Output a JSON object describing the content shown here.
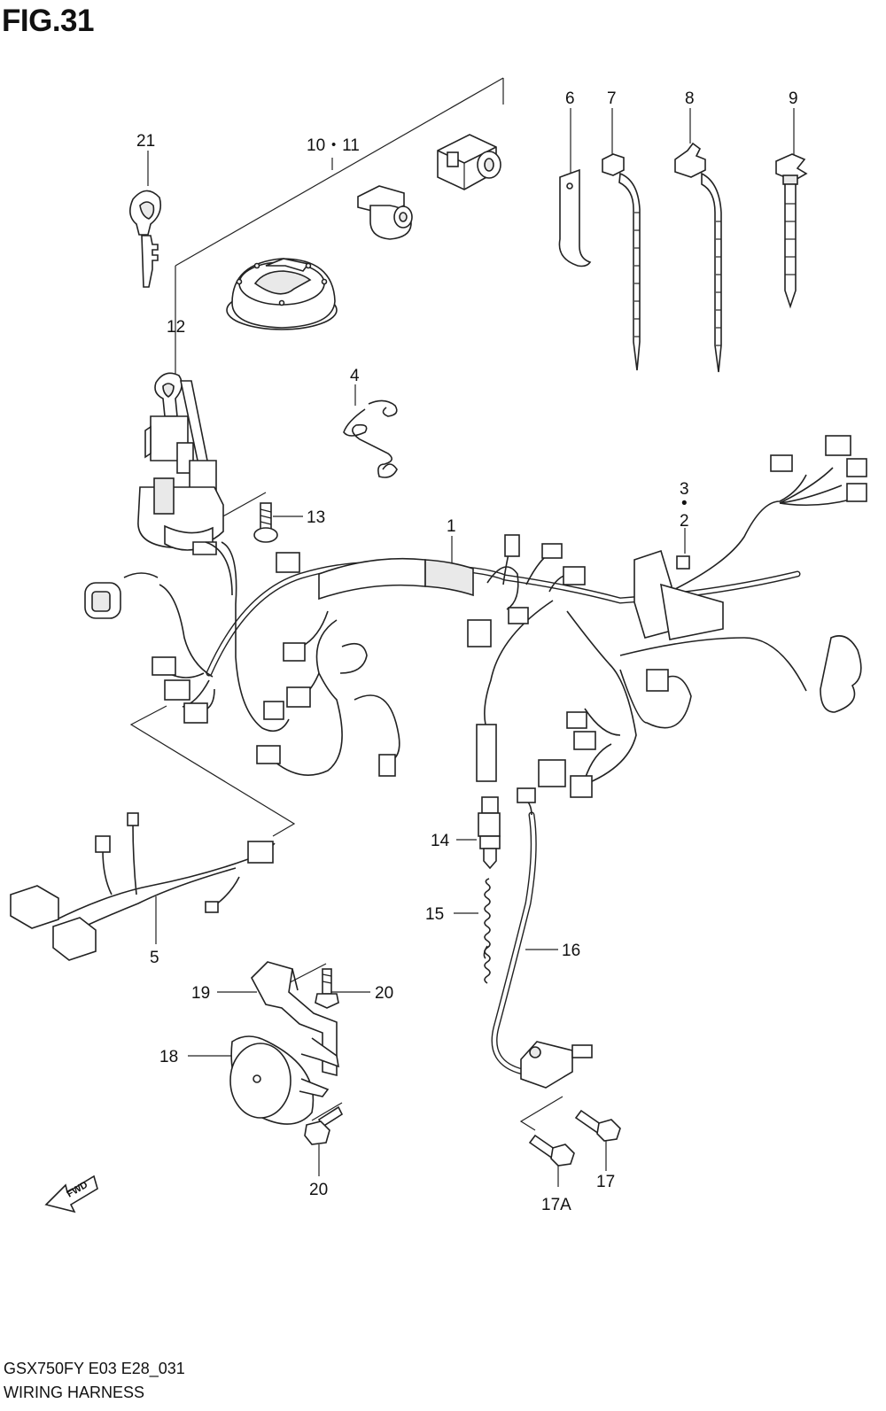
{
  "figure_title": "FIG.31",
  "model_code": "GSX750FY E03 E28_031",
  "section_name": "WIRING HARNESS",
  "fwd_label": "FWD",
  "callouts": [
    {
      "id": "1",
      "label": "1"
    },
    {
      "id": "2",
      "label": "2"
    },
    {
      "id": "dot",
      "label": "•"
    },
    {
      "id": "3",
      "label": "3"
    },
    {
      "id": "4",
      "label": "4"
    },
    {
      "id": "5",
      "label": "5"
    },
    {
      "id": "6",
      "label": "6"
    },
    {
      "id": "7",
      "label": "7"
    },
    {
      "id": "8",
      "label": "8"
    },
    {
      "id": "9",
      "label": "9"
    },
    {
      "id": "10_11",
      "label": "10・11"
    },
    {
      "id": "12",
      "label": "12"
    },
    {
      "id": "13",
      "label": "13"
    },
    {
      "id": "14",
      "label": "14"
    },
    {
      "id": "15",
      "label": "15"
    },
    {
      "id": "16",
      "label": "16"
    },
    {
      "id": "17",
      "label": "17"
    },
    {
      "id": "17A",
      "label": "17A"
    },
    {
      "id": "18",
      "label": "18"
    },
    {
      "id": "19",
      "label": "19"
    },
    {
      "id": "20a",
      "label": "20"
    },
    {
      "id": "20b",
      "label": "20"
    },
    {
      "id": "21",
      "label": "21"
    }
  ]
}
